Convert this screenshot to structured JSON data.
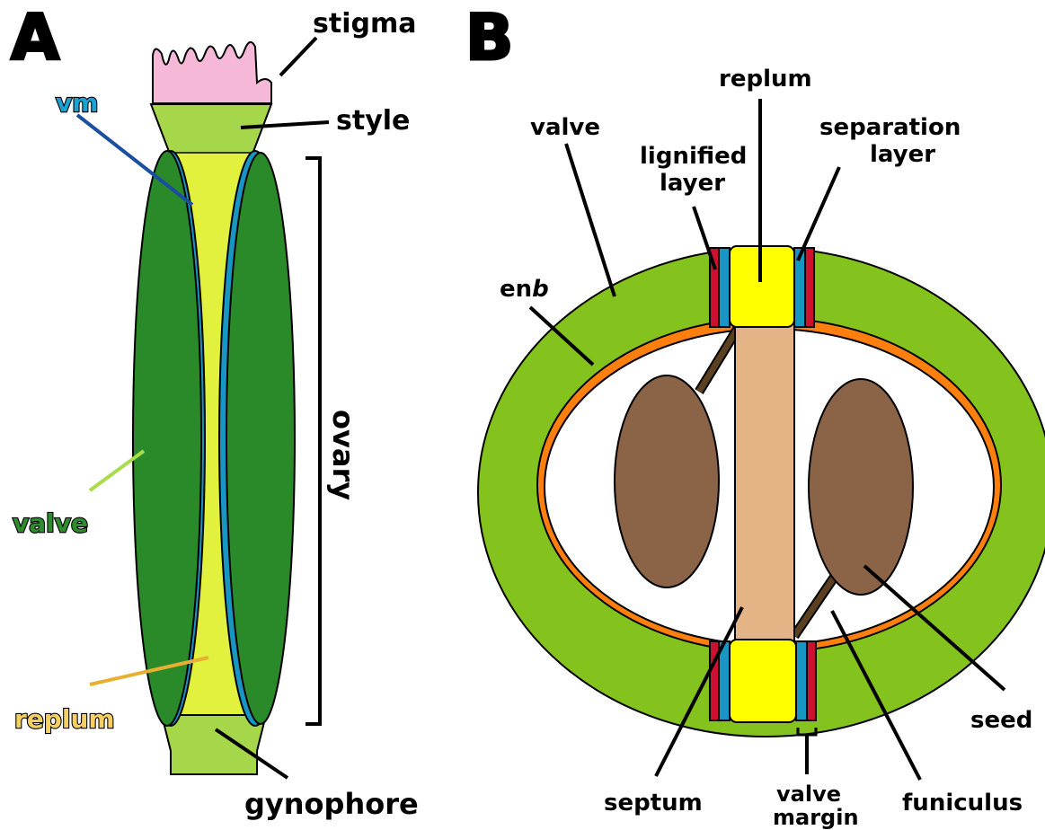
{
  "panel_a": {
    "letter": "A",
    "labels": {
      "stigma": "stigma",
      "style": "style",
      "vm": "vm",
      "ovary": "ovary",
      "valve": "valve",
      "replum": "replum",
      "gynophore": "gynophore"
    }
  },
  "panel_b": {
    "letter": "B",
    "labels": {
      "replum": "replum",
      "valve": "valve",
      "lignified_layer_line1": "lignified",
      "lignified_layer_line2": "layer",
      "separation_layer_line1": "separation",
      "separation_layer_line2": "layer",
      "enb_prefix": "en",
      "enb_suffix": "b",
      "seed": "seed",
      "septum": "septum",
      "valve_margin_line1": "valve",
      "valve_margin_line2": "margin",
      "funiculus": "funiculus"
    }
  },
  "colors": {
    "valve_dark_green": "#2a8a2a",
    "valve_light_green": "#84c21e",
    "style_green": "#a6d64a",
    "replum_yellow_green": "#e2f03e",
    "valve_margin_blue": "#1796c4",
    "lignified_red": "#cc1030",
    "endocarp_orange": "#ff7f0e",
    "replum_yellow": "#ffff00",
    "septum_tan": "#e4b487",
    "seed_brown": "#8b6347",
    "funiculus_brown": "#5a4020",
    "stigma_pink": "#f5b8d6",
    "vm_label_blue": "#1aa2d0",
    "valve_label_green": "#2e8b2e",
    "replum_label_yellow": "#f5d060",
    "vm_leader_blue": "#1a4ea0",
    "valve_leader_green": "#a8dc4a",
    "replum_leader_orange": "#e8b030"
  }
}
